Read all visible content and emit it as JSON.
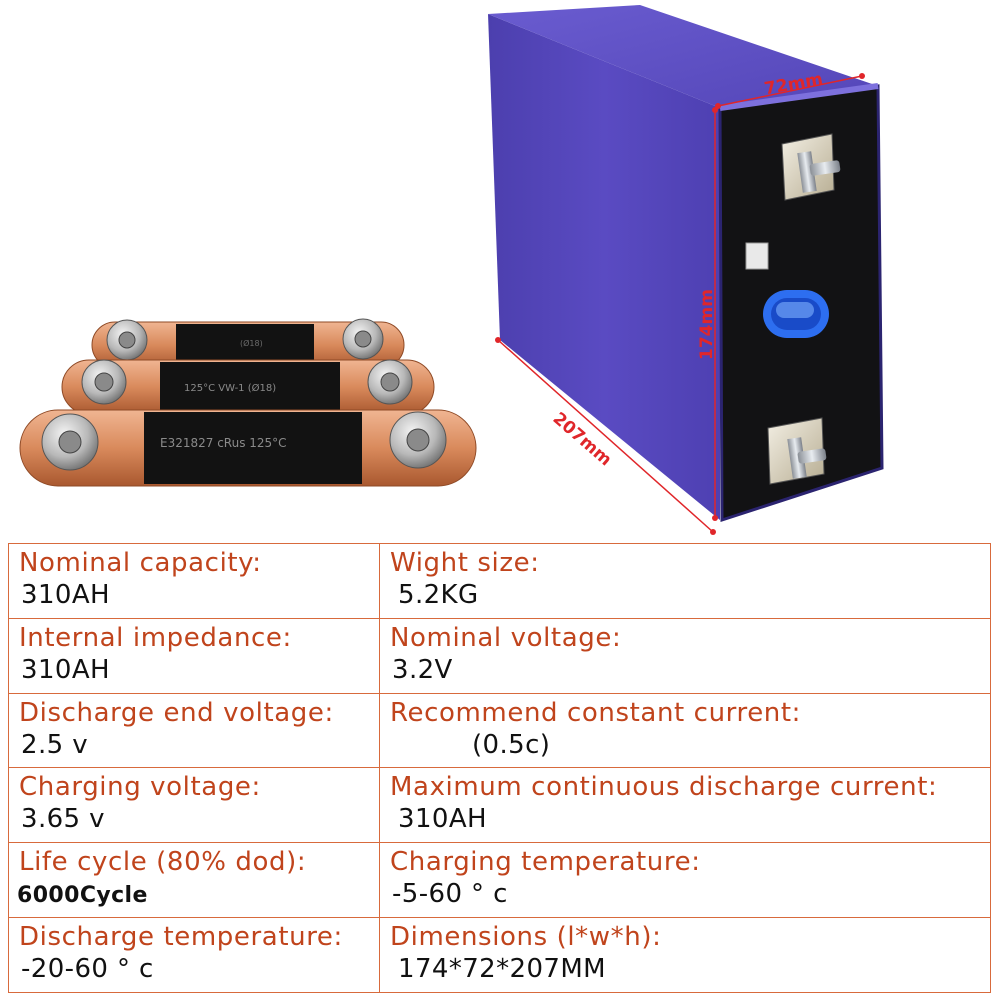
{
  "dimension_labels": {
    "width": "72mm",
    "height": "174mm",
    "length": "207mm"
  },
  "busbar_markings": {
    "top": "(Ø18)",
    "middle": "125°C  VW-1  (Ø18)",
    "bottom": "E321827  cRus  125°C"
  },
  "colors": {
    "cell_blue": "#5446b8",
    "label_red": "#c0441c",
    "border_orange": "#d86a3c",
    "copper": "#d98a5c",
    "dimension_red": "#e0262a"
  },
  "specs": [
    {
      "label": "Nominal capacity:",
      "value": "310AH"
    },
    {
      "label": "Wight size:",
      "value": "5.2KG"
    },
    {
      "label": "Internal impedance:",
      "value": "310AH"
    },
    {
      "label": "Nominal voltage:",
      "value": "3.2V"
    },
    {
      "label": "Discharge end voltage:",
      "value": "2.5 v"
    },
    {
      "label": "Recommend constant current:",
      "value": "(0.5c)"
    },
    {
      "label": "Charging voltage:",
      "value": "3.65 v"
    },
    {
      "label": "Maximum continuous discharge current:",
      "value": "310AH"
    },
    {
      "label": "Life cycle (80% dod):",
      "value": "6000Cycle"
    },
    {
      "label": "Charging temperature:",
      "value": "-5-60 ° c"
    },
    {
      "label": "Discharge temperature:",
      "value": "-20-60 ° c"
    },
    {
      "label": "Dimensions (l*w*h):",
      "value": "174*72*207MM"
    }
  ]
}
